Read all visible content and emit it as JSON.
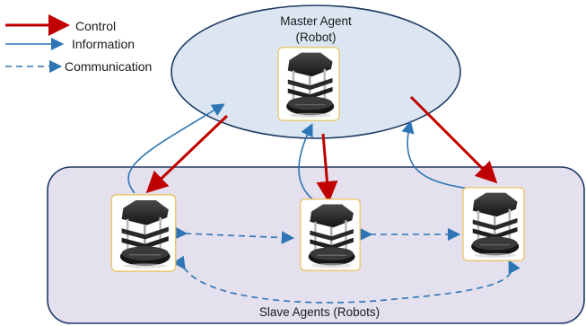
{
  "legend": {
    "control_label": "Control",
    "information_label": "Information",
    "communication_label": "Communication"
  },
  "master": {
    "title_line1": "Master Agent",
    "title_line2": "(Robot)"
  },
  "slaves": {
    "label": "Slave Agents (Robots)"
  },
  "colors": {
    "control": "#c00000",
    "information": "#2e75b6",
    "master_fill": "#dbe6f2",
    "slave_fill": "#e4e0ee",
    "border": "#1f3864"
  }
}
